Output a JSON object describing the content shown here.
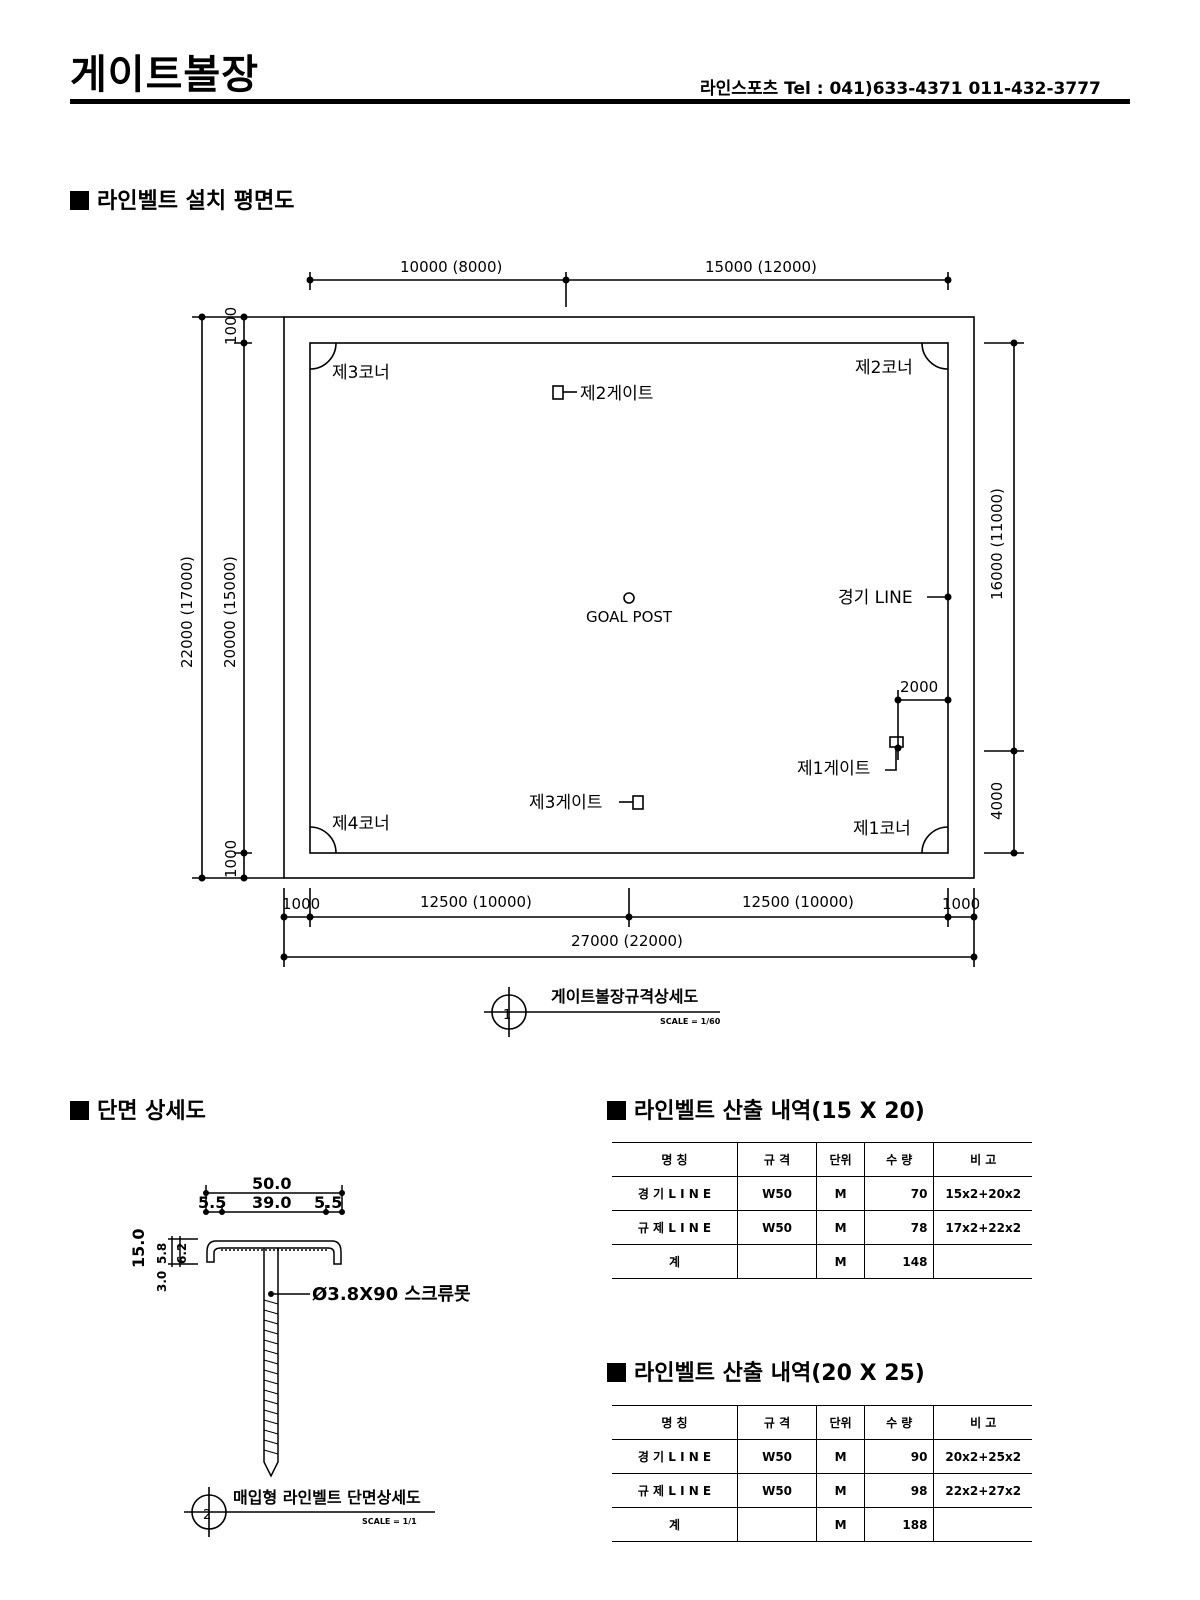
{
  "header": {
    "title": "게이트볼장",
    "contact": "라인스포츠 Tel : 041)633-4371 011-432-3777"
  },
  "sections": {
    "plan": "라인벨트 설치 평면도",
    "section": "단면 상세도",
    "table1": "라인벨트 산출 내역(15 X 20)",
    "table2": "라인벨트 산출 내역(20 X 25)"
  },
  "plan": {
    "top_dims": [
      "10000 (8000)",
      "15000 (12000)"
    ],
    "left_outer": "22000 (17000)",
    "left_inner": "20000 (15000)",
    "left_margin_top": "1000",
    "left_margin_bottom": "1000",
    "right_upper": "16000 (11000)",
    "right_lower": "4000",
    "bottom_margin_left": "1000",
    "bottom_margin_right": "1000",
    "bottom_dims": [
      "12500 (10000)",
      "12500 (10000)"
    ],
    "bottom_total": "27000 (22000)",
    "gate_offset": "2000",
    "corners": [
      "제1코너",
      "제2코너",
      "제3코너",
      "제4코너"
    ],
    "gates": [
      "제1게이트",
      "제2게이트",
      "제3게이트"
    ],
    "goal_post": "GOAL POST",
    "game_line": "경기 LINE",
    "callout1_no": "1",
    "callout1_title": "게이트볼장규격상세도",
    "callout1_scale": "SCALE = 1/60"
  },
  "section_detail": {
    "width_total": "50.0",
    "width_parts": [
      "5.5",
      "39.0",
      "5.5"
    ],
    "heights": [
      "15.0",
      "3.0",
      "5.8",
      "6.2"
    ],
    "screw": "Ø3.8X90 스크류못",
    "callout2_no": "2",
    "callout2_title": "매입형 라인벨트 단면상세도",
    "callout2_scale": "SCALE = 1/1"
  },
  "table_headers": {
    "name": "명 칭",
    "spec": "규 격",
    "unit": "단위",
    "qty": "수 량",
    "note": "비 고"
  },
  "table1_rows": [
    {
      "name": "경 기 L I N E",
      "spec": "W50",
      "unit": "M",
      "qty": "70",
      "note": "15x2+20x2"
    },
    {
      "name": "규 제 L I N E",
      "spec": "W50",
      "unit": "M",
      "qty": "78",
      "note": "17x2+22x2"
    },
    {
      "name": "계",
      "spec": "",
      "unit": "M",
      "qty": "148",
      "note": ""
    }
  ],
  "table2_rows": [
    {
      "name": "경 기 L I N E",
      "spec": "W50",
      "unit": "M",
      "qty": "90",
      "note": "20x2+25x2"
    },
    {
      "name": "규 제 L I N E",
      "spec": "W50",
      "unit": "M",
      "qty": "98",
      "note": "22x2+27x2"
    },
    {
      "name": "계",
      "spec": "",
      "unit": "M",
      "qty": "188",
      "note": ""
    }
  ]
}
